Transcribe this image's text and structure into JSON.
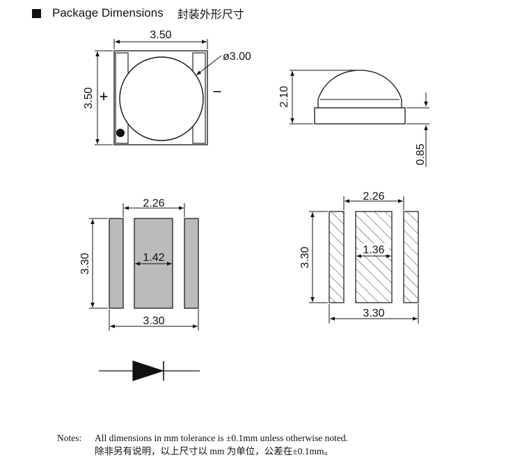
{
  "header": {
    "title_en": "Package Dimensions",
    "title_cn": "封装外形尺寸"
  },
  "top_view": {
    "width": "3.50",
    "height": "3.50",
    "lens_diameter": "ø3.00",
    "anode": "+",
    "cathode": "−"
  },
  "side_view": {
    "height": "2.10",
    "base_height": "0.85"
  },
  "bottom_view": {
    "pad_span": "2.26",
    "center_pad": "1.42",
    "height": "3.30",
    "width": "3.30"
  },
  "footprint": {
    "pad_span": "2.26",
    "center_pad": "1.36",
    "height": "3.30",
    "width": "3.30"
  },
  "notes": {
    "label": "Notes:",
    "line_en": "All dimensions in mm tolerance is ±0.1mm unless otherwise noted.",
    "line_cn": "除非另有说明，以上尺寸以 mm 为单位，公差在±0.1mm。"
  },
  "colors": {
    "line": "#111111",
    "pad_fill": "#bbbbbb"
  }
}
